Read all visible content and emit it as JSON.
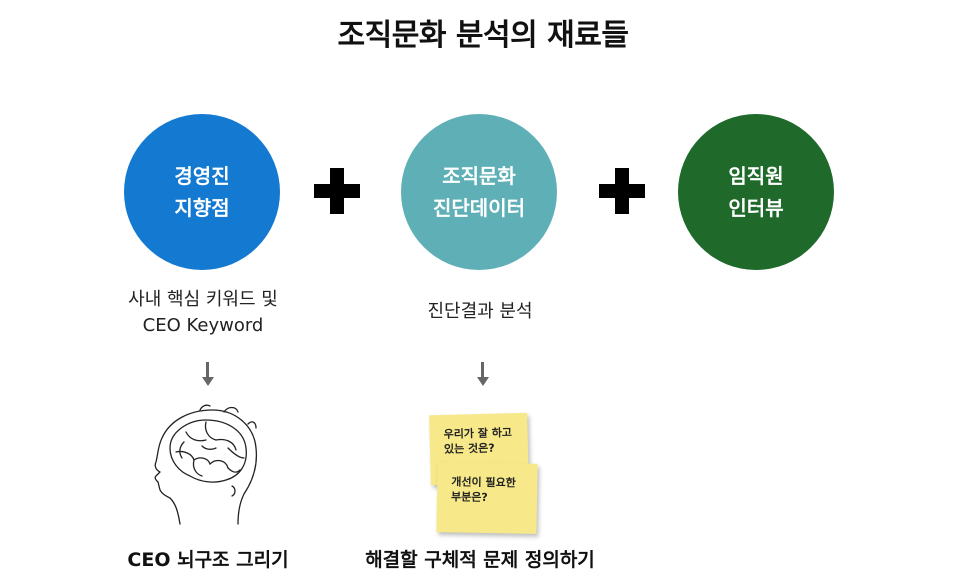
{
  "title": "조직문화 분석의 재료들",
  "circles": [
    {
      "line1": "경영진",
      "line2": "지향점",
      "color": "#1479d0"
    },
    {
      "line1": "조직문화",
      "line2": "진단데이터",
      "color": "#5fb0b6"
    },
    {
      "line1": "임직원",
      "line2": "인터뷰",
      "color": "#1f6a2b"
    }
  ],
  "descriptions": {
    "left_line1": "사내 핵심 키워드 및",
    "left_line2": "CEO Keyword",
    "middle": "진단결과 분석"
  },
  "notes": [
    {
      "line1": "우리가 잘 하고",
      "line2": "있는 것은?"
    },
    {
      "line1": "개선이 필요한",
      "line2": "부분은?"
    }
  ],
  "captions": {
    "left": "CEO 뇌구조 그리기",
    "middle": "해결할 구체적 문제 정의하기"
  },
  "icons": {
    "plus": "plus-icon",
    "arrow": "arrow-down-icon",
    "brain": "head-brain-sketch-icon"
  }
}
